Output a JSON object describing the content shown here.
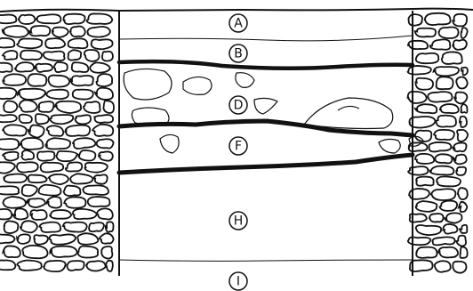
{
  "diagram": {
    "type": "stratigraphic-section",
    "line_color": "#111111",
    "background_color": "#ffffff",
    "layers": [
      {
        "label": "A"
      },
      {
        "label": "B"
      },
      {
        "label": "D"
      },
      {
        "label": "F"
      },
      {
        "label": "H"
      },
      {
        "label": "I"
      }
    ]
  }
}
